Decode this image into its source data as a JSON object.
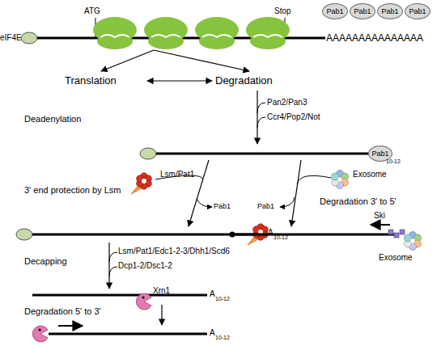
{
  "diagram": {
    "nodes": [
      {
        "text": [
          "eIF4E"
        ]
      },
      {
        "text": [
          "Pab1"
        ]
      },
      {
        "text": [
          "Pab1"
        ]
      },
      {
        "text": [
          "Pab1"
        ]
      },
      {
        "text": [
          "Pab1"
        ]
      },
      {
        "text": [
          "Pab1",
          "10-12"
        ]
      }
    ],
    "labels": [
      "ATG",
      "Stop",
      "AAAAAAAAAAAAAAA",
      "Translation",
      "Degradation",
      "Pan2/Pan3",
      "Ccr4/Pop2/Not",
      "Deadenylation",
      "Lsm/Pat1",
      "Exosome",
      "3' end protection by Lsm",
      "Degradation 3' to 5'",
      "Pab1",
      "Pab1",
      "A",
      "10-12",
      "Ski",
      "Exosome",
      "Lsm/Pat1/Edc1-2-3/Dhh1/Scd6",
      "Dcp1-2/Dsc1-2",
      "Decapping",
      "A",
      "10-12",
      "Degradation 5' to 3'",
      "Xrn1",
      "A",
      "10-12"
    ]
  }
}
